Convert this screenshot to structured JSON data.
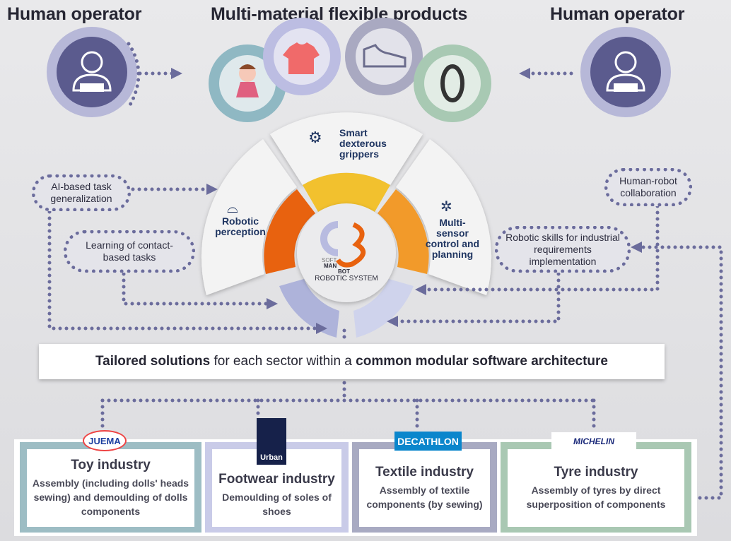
{
  "header": {
    "left_title": "Human operator",
    "center_title": "Multi-material flexible products",
    "right_title": "Human operator"
  },
  "system": {
    "segments": [
      {
        "label": "Robotic perception",
        "icon": "vr-headset-icon"
      },
      {
        "label": "Smart dexterous grippers",
        "icon": "robot-arm-icon"
      },
      {
        "label": "Multi-sensor control and planning",
        "icon": "network-icon"
      }
    ],
    "logo": {
      "soft": "SOFT",
      "man": "MAN",
      "bot": "BOT"
    },
    "center_label": "ROBOTIC SYSTEM"
  },
  "bubbles": {
    "ai_task": "AI-based task generalization",
    "learning": "Learning of contact-based tasks",
    "human_robot": "Human-robot collaboration",
    "robotic_skills": "Robotic skills for industrial requirements implementation"
  },
  "banner": {
    "part1": "Tailored solutions",
    "part2": " for each sector within a ",
    "part3": "common modular software architecture"
  },
  "industries": [
    {
      "title": "Toy industry",
      "desc": "Assembly (including dolls' heads sewing) and demoulding of dolls components",
      "logo": "JUEMA",
      "color": "#9dbdc4"
    },
    {
      "title": "Footwear industry",
      "desc": "Demoulding of soles of shoes",
      "logo": "Urban",
      "color": "#c9cbe8"
    },
    {
      "title": "Textile industry",
      "desc": "Assembly of textile components (by sewing)",
      "logo": "DECATHLON",
      "color": "#a8aac2"
    },
    {
      "title": "Tyre industry",
      "desc": "Assembly of tyres by direct superposition of components",
      "logo": "MICHELIN",
      "color": "#a9c8b3"
    }
  ],
  "colors": {
    "dots": "#6b6c9c",
    "orange": "#e8620f",
    "yellow": "#f2c12e",
    "amber": "#f29a2a",
    "navy": "#1f3561"
  }
}
